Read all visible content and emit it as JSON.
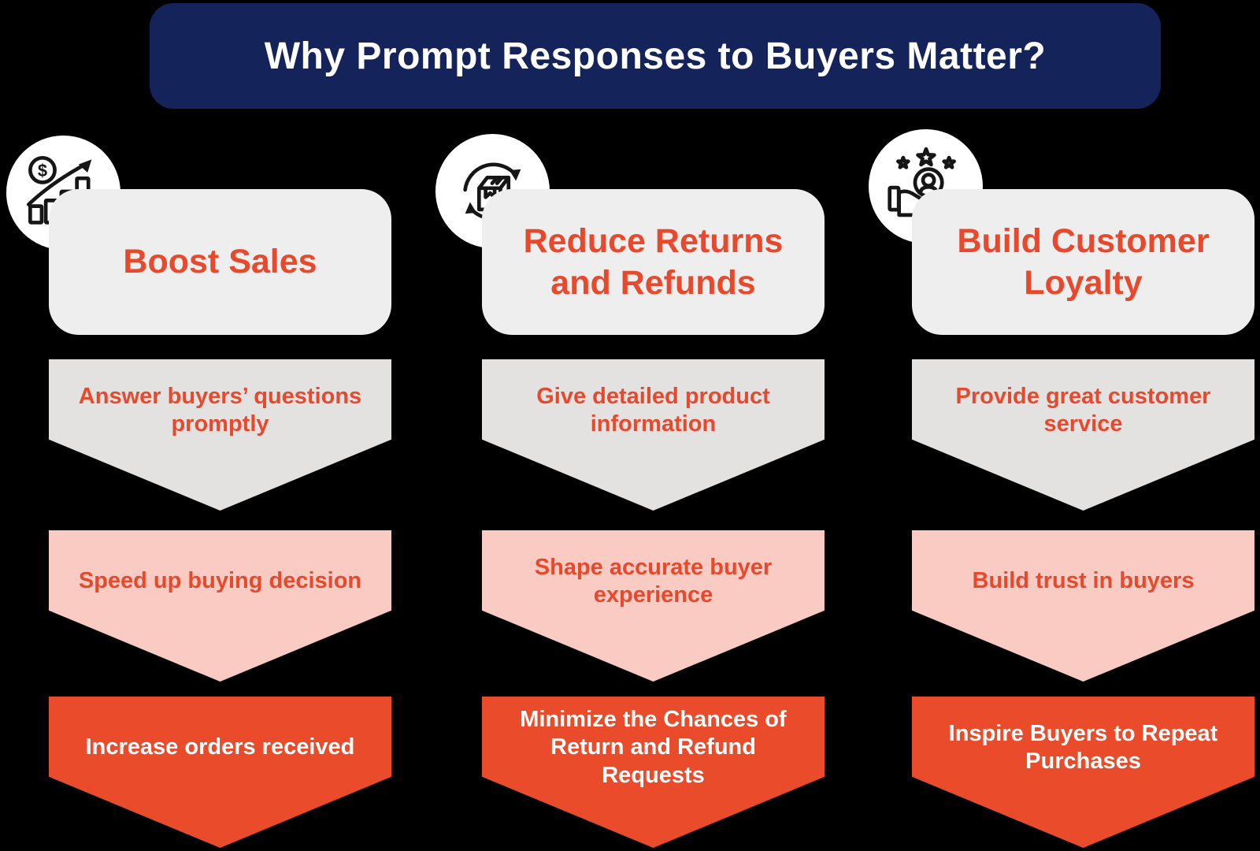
{
  "title": {
    "text": "Why Prompt Responses to Buyers Matter?"
  },
  "colors": {
    "banner_navy": "#14235A",
    "accent_orange_text": "#E8492C",
    "chevron_orange": "#EA4B2A",
    "chevron_pink": "#F9CBC2",
    "chevron_gray": "#E3E2E1",
    "card_gray": "#EFEEEE",
    "white": "#FFFFFF"
  },
  "columns": [
    {
      "icon": "sales-growth-icon",
      "header": "Boost Sales",
      "steps": [
        "Answer buyers’ questions promptly",
        "Speed up buying decision",
        "Increase orders received"
      ]
    },
    {
      "icon": "package-return-icon",
      "header": "Reduce Returns and Refunds",
      "steps": [
        "Give detailed product information",
        "Shape accurate buyer experience",
        "Minimize the Chances of Return and Refund Requests"
      ]
    },
    {
      "icon": "customer-loyalty-icon",
      "header": "Build Customer Loyalty",
      "steps": [
        "Provide great customer service",
        "Build trust in buyers",
        "Inspire Buyers to Repeat Purchases"
      ]
    }
  ]
}
